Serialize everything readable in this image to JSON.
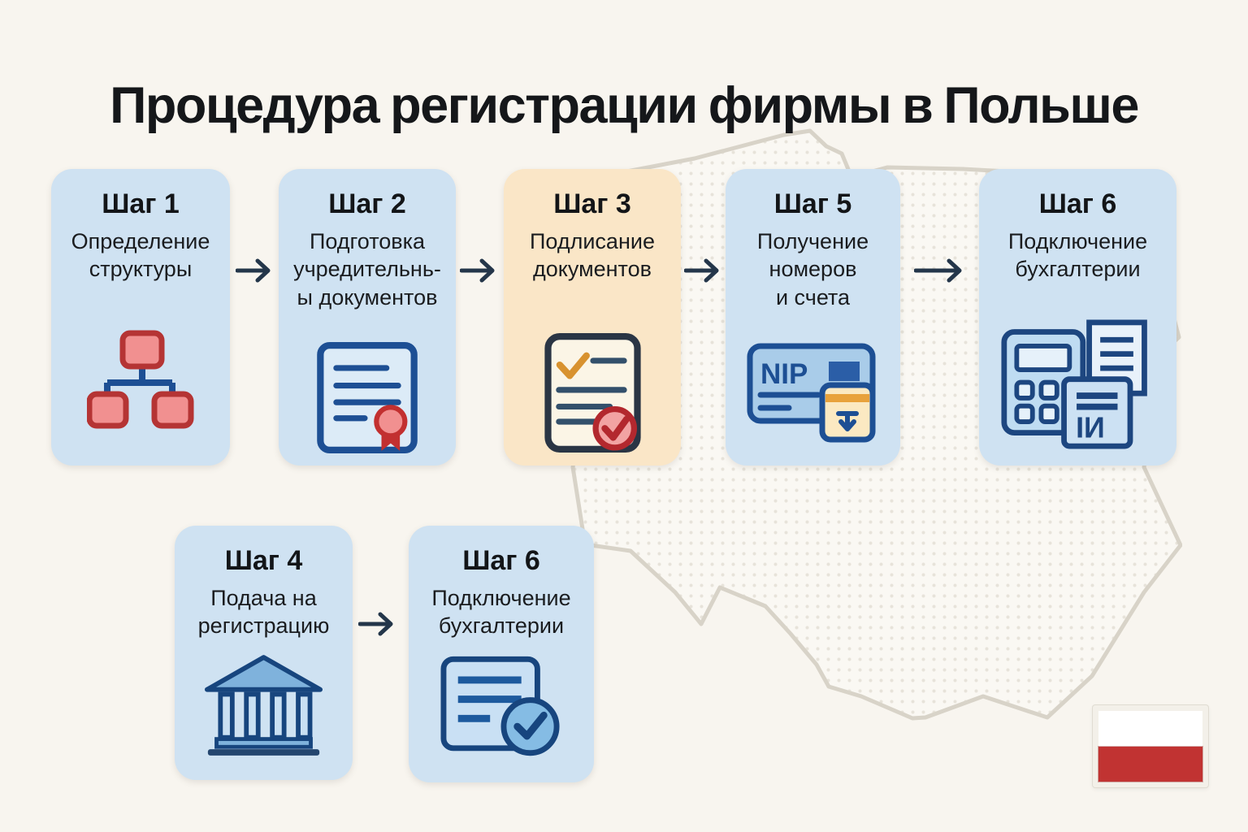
{
  "title": "Процедура регистрации фирмы в Польше",
  "steps": [
    {
      "label": "Шаг 1",
      "description": "Определение\nструктуры",
      "icon": "org-chart-icon",
      "highlighted": false
    },
    {
      "label": "Шаг 2",
      "description": "Подготовка\nучредительнь-\nы документов",
      "icon": "certificate-icon",
      "highlighted": false
    },
    {
      "label": "Шаг 3",
      "description": "Подлисание\nдокументов",
      "icon": "signed-document-icon",
      "highlighted": true
    },
    {
      "label": "Шаг 5",
      "description": "Получение\nномеров\nи счета",
      "icon": "nip-card-icon",
      "highlighted": false
    },
    {
      "label": "Шаг 6",
      "description": "Подключение\nбухгалтерии",
      "icon": "accounting-icon",
      "highlighted": false
    },
    {
      "label": "Шаг 4",
      "description": "Подача на\nрегистрацию",
      "icon": "bank-icon",
      "highlighted": false
    },
    {
      "label": "Шаг 6",
      "description": "Подключение\nбухгалтерии",
      "icon": "checklist-icon",
      "highlighted": false
    }
  ],
  "icon_text": {
    "nip": "NIP",
    "doc_glyph": "ІИ"
  },
  "colors": {
    "background": "#F8F5EF",
    "card_blue": "#CFE2F2",
    "card_highlight_yellow": "#FAE6C7",
    "arrow": "#24364A",
    "icon_navy": "#1D4F94",
    "icon_dark_navy": "#17457E",
    "icon_red": "#C23030",
    "icon_orange": "#D8922F",
    "map_outline": "#D8D3C8",
    "flag_white": "#FFFFFF",
    "flag_red": "#C13332"
  }
}
